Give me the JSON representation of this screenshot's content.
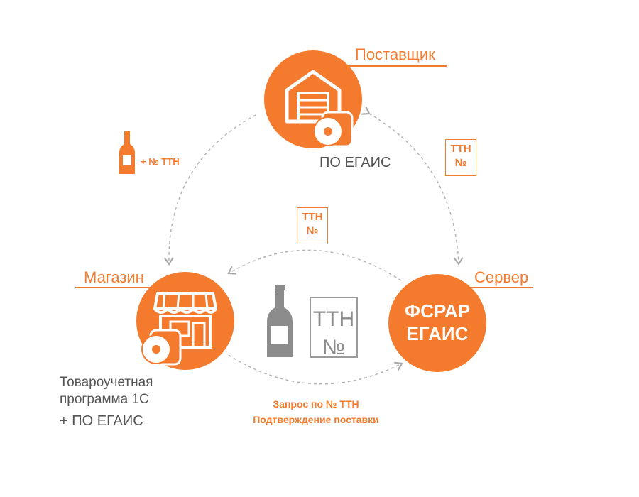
{
  "nodes": {
    "supplier": {
      "title": "Поставщик",
      "caption": "ПО ЕГАИС"
    },
    "store": {
      "title": "Магазин",
      "caption_line1": "Товароучетная",
      "caption_line2": "программа 1С",
      "caption_line3": "+ ПО ЕГАИС"
    },
    "server": {
      "title": "Сервер",
      "line1": "ФСРАР",
      "line2": "ЕГАИС"
    }
  },
  "flows": {
    "supplier_to_store_label": "+ № ТТН",
    "supplier_server_doc": {
      "line1": "ТТН",
      "line2": "№"
    },
    "server_to_store_doc": {
      "line1": "ТТН",
      "line2": "№"
    },
    "center_doc": {
      "line1": "ТТН",
      "line2": "№"
    },
    "store_to_server_line1": "Запрос по № ТТН",
    "store_to_server_line2": "Подтверждение поставки"
  },
  "colors": {
    "accent": "#f47a2d",
    "gray": "#8c8c8c",
    "arrow": "#b5b5b5"
  },
  "icons": [
    "warehouse-icon",
    "disc-icon",
    "shop-icon",
    "bottle-icon"
  ]
}
